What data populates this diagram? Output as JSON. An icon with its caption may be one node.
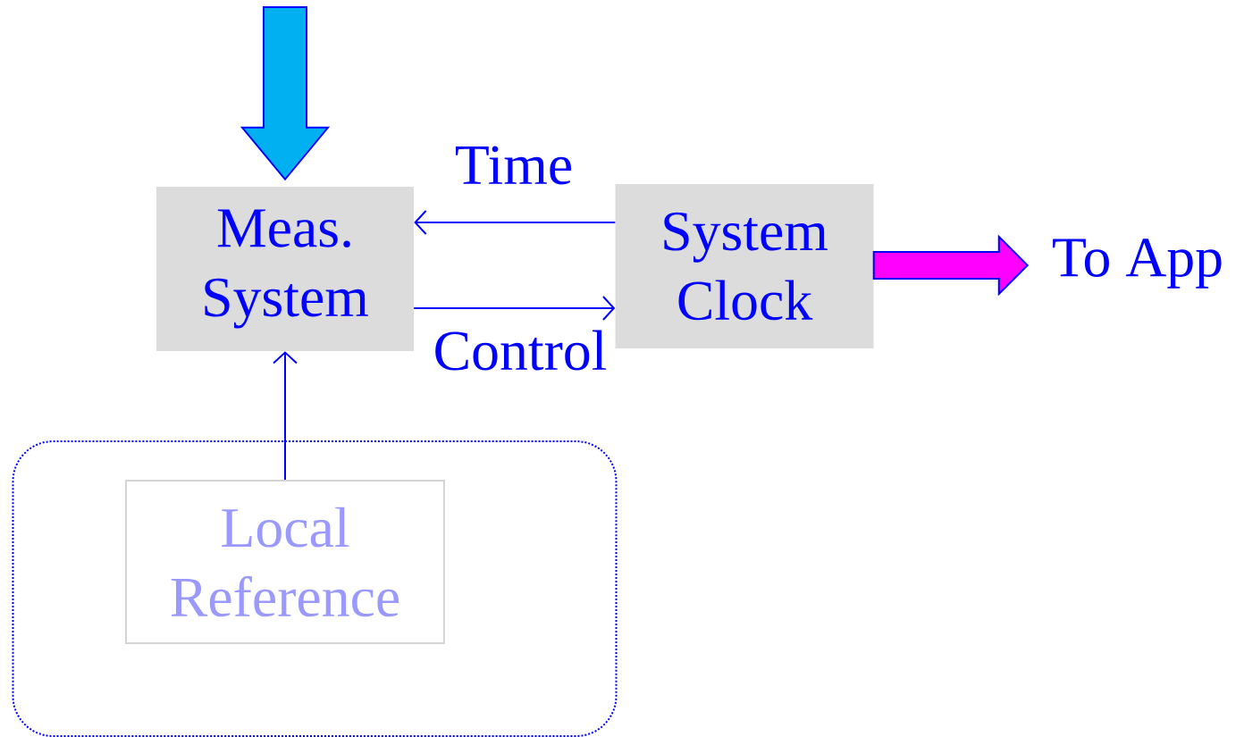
{
  "diagram": {
    "nodes": [
      {
        "text": [
          "Meas. System"
        ]
      },
      {
        "text": [
          "System Clock"
        ]
      },
      {
        "text": [
          "To App"
        ]
      },
      {
        "text": [],
        "shape": "box"
      },
      {
        "text": [
          "Local Reference"
        ],
        "in": 3
      }
    ],
    "edges": [
      {
        "from": 1,
        "to": 0,
        "arrow": "to",
        "label": "Time"
      },
      {
        "from": 0,
        "to": 1,
        "arrow": "to",
        "label": "Control"
      },
      {
        "from": null,
        "to": 0,
        "arrow": "to",
        "style": "thick",
        "color": "#00b0f0"
      },
      {
        "from": 1,
        "to": 2,
        "arrow": "to",
        "style": "thick",
        "color": "#ff00ff"
      },
      {
        "from": 4,
        "to": 0,
        "arrow": "to"
      }
    ]
  }
}
